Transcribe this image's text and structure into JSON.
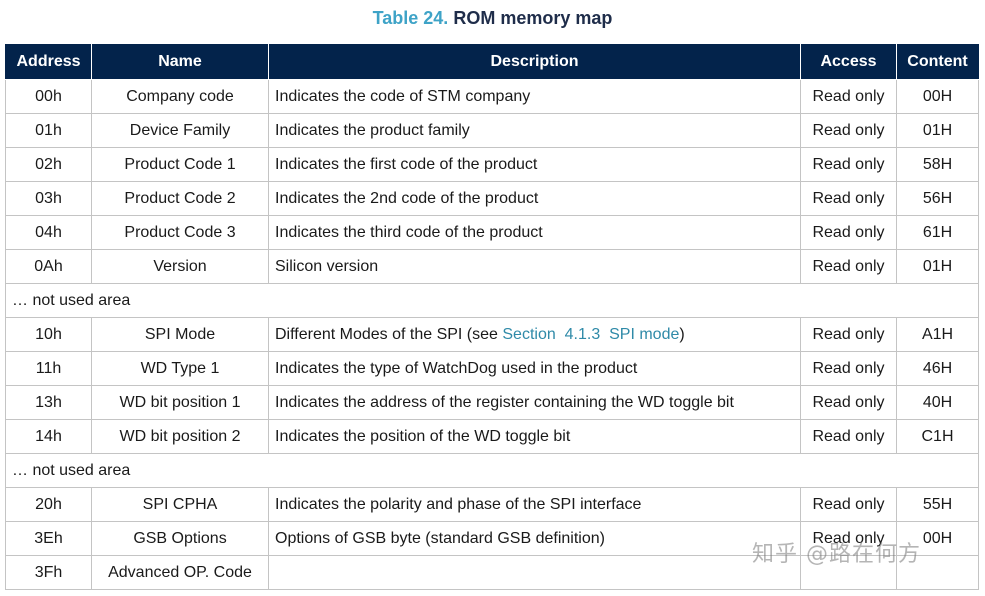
{
  "caption": {
    "number": "Table 24.",
    "title": "ROM memory map"
  },
  "table": {
    "headers": [
      "Address",
      "Name",
      "Description",
      "Access",
      "Content"
    ],
    "rows": [
      {
        "type": "data",
        "address": "00h",
        "name": "Company code",
        "description": "Indicates the code of STM company",
        "access": "Read only",
        "content": "00H"
      },
      {
        "type": "data",
        "address": "01h",
        "name": "Device Family",
        "description": "Indicates the product family",
        "access": "Read only",
        "content": "01H"
      },
      {
        "type": "data",
        "address": "02h",
        "name": "Product Code 1",
        "description": "Indicates the first code of the product",
        "access": "Read only",
        "content": "58H"
      },
      {
        "type": "data",
        "address": "03h",
        "name": "Product Code 2",
        "description": "Indicates the 2nd code of the product",
        "access": "Read only",
        "content": "56H"
      },
      {
        "type": "data",
        "address": "04h",
        "name": "Product Code 3",
        "description": "Indicates the third code of the product",
        "access": "Read only",
        "content": "61H"
      },
      {
        "type": "data",
        "address": "0Ah",
        "name": "Version",
        "description": "Silicon version",
        "access": "Read only",
        "content": "01H"
      },
      {
        "type": "gap",
        "text": "… not used area"
      },
      {
        "type": "data",
        "address": "10h",
        "name": "SPI Mode",
        "description": "Different Modes of the SPI (see ",
        "description_link": "Section  4.1.3  SPI mode",
        "description_suffix": ")",
        "access": "Read only",
        "content": "A1H"
      },
      {
        "type": "data",
        "address": "11h",
        "name": "WD Type 1",
        "description": "Indicates the type of WatchDog used in the product",
        "access": "Read only",
        "content": "46H"
      },
      {
        "type": "data",
        "address": "13h",
        "name": "WD bit position 1",
        "description": "Indicates the address of the register containing the WD toggle bit",
        "access": "Read only",
        "content": "40H"
      },
      {
        "type": "data",
        "address": "14h",
        "name": "WD bit position 2",
        "description": "Indicates the position of the WD toggle bit",
        "access": "Read only",
        "content": "C1H"
      },
      {
        "type": "gap",
        "text": "… not used area"
      },
      {
        "type": "data",
        "address": "20h",
        "name": "SPI CPHA",
        "description": "Indicates the polarity and phase of the SPI interface",
        "access": "Read only",
        "content": "55H"
      },
      {
        "type": "data",
        "address": "3Eh",
        "name": "GSB Options",
        "description": "Options of GSB byte (standard GSB definition)",
        "access": "Read only",
        "content": "00H"
      },
      {
        "type": "data",
        "address": "3Fh",
        "name": "Advanced OP. Code",
        "description": "",
        "access": "",
        "content": ""
      }
    ]
  },
  "watermark": "知乎 @路在何方"
}
